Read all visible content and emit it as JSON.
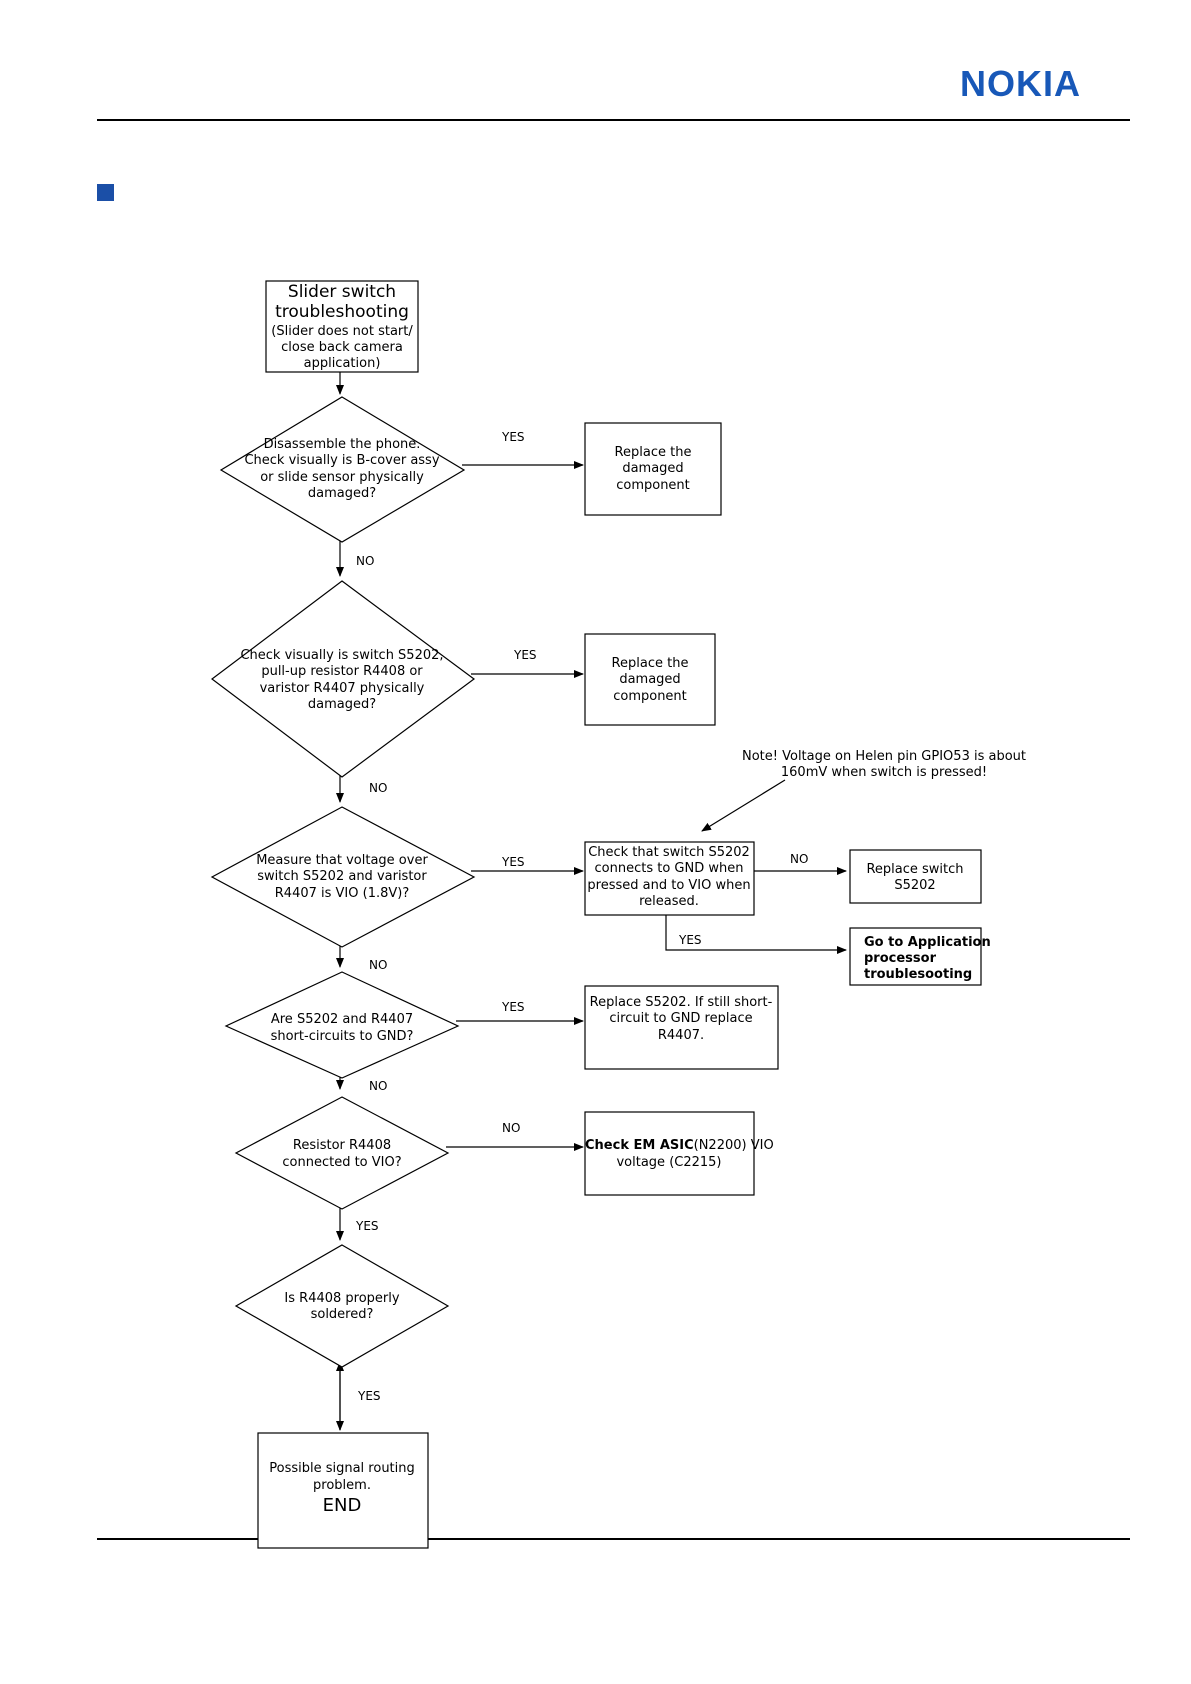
{
  "header": {
    "logo": "NOKIA",
    "brand_color": "#1858b8",
    "bullet_color": "#1b4fa7"
  },
  "flowchart": {
    "start": {
      "line1": "Slider switch",
      "line2": "troubleshooting",
      "line3": "(Slider does not start/",
      "line4": "close back camera",
      "line5": "application)"
    },
    "d1": {
      "line1": "Disassemble the phone.",
      "line2": "Check visually is B-cover assy",
      "line3": "or slide sensor physically",
      "line4": "damaged?"
    },
    "r1": {
      "line1": "Replace the",
      "line2": "damaged",
      "line3": "component"
    },
    "d2": {
      "line1": "Check visually is switch S5202,",
      "line2": "pull-up resistor R4408 or",
      "line3": "varistor R4407 physically",
      "line4": "damaged?"
    },
    "r2": {
      "line1": "Replace the",
      "line2": "damaged",
      "line3": "component"
    },
    "note": {
      "line1": "Note! Voltage on Helen pin GPIO53 is about",
      "line2": "160mV when switch is pressed!"
    },
    "d3": {
      "line1": "Measure that voltage over",
      "line2": "switch S5202 and varistor",
      "line3": "R4407 is VIO (1.8V)?"
    },
    "check": {
      "line1": "Check that switch S5202",
      "line2": "connects to GND when",
      "line3": "pressed and to VIO when",
      "line4": "released."
    },
    "replace_switch": {
      "line1": "Replace switch",
      "line2": "S5202"
    },
    "app_proc": {
      "line1": "Go to Application",
      "line2": "processor",
      "line3": "troublesooting"
    },
    "d4": {
      "line1": "Are S5202 and R4407",
      "line2": "short-circuits to GND?"
    },
    "r4": {
      "line1": "Replace S5202. If still short-",
      "line2": "circuit to GND replace",
      "line3": "R4407."
    },
    "d5": {
      "line1": "Resistor R4408",
      "line2": "connected to VIO?"
    },
    "r5": {
      "bold": "Check EM ASIC",
      "rest": "(N2200) VIO",
      "line2": "voltage (C2215)"
    },
    "d6": {
      "line1": "Is R4408 properly",
      "line2": "soldered?"
    },
    "end": {
      "line1": "Possible signal routing",
      "line2": "problem.",
      "line3": "END"
    },
    "labels": {
      "yes1": "YES",
      "no1": "NO",
      "yes2": "YES",
      "no2": "NO",
      "yes3": "YES",
      "no3": "NO",
      "no_check": "NO",
      "yes_check": "YES",
      "yes4": "YES",
      "no4": "NO",
      "no5": "NO",
      "yes5": "YES",
      "yes6": "YES"
    }
  }
}
